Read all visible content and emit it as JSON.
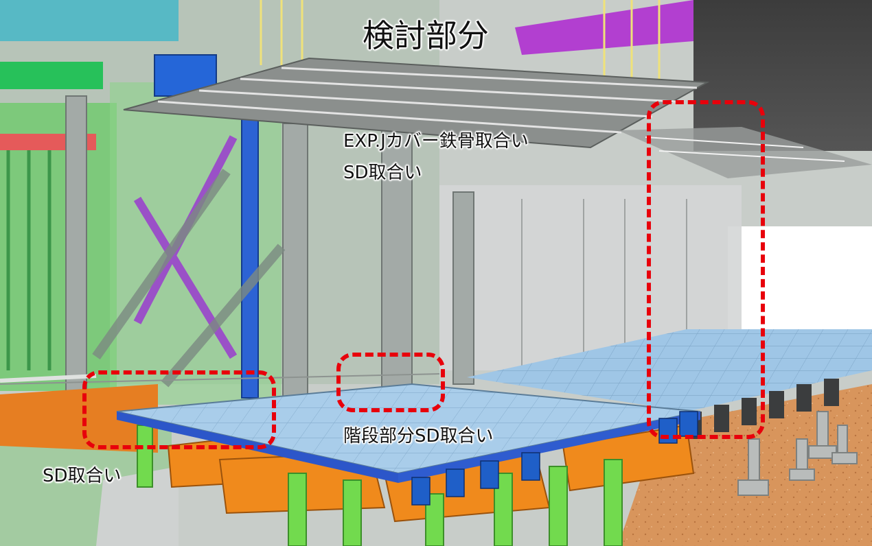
{
  "labels": {
    "title": "検討部分",
    "exp_j_cover": "EXP.Jカバー鉄骨取合い",
    "sd_upper": "SD取合い",
    "stair_sd": "階段部分SD取合い",
    "sd_lower_left": "SD取合い"
  },
  "colors": {
    "highlight_dash": "#e8000b",
    "slab_blue": "#a9cdea",
    "steel_orange": "#f08a1c",
    "steel_blue": "#1f5fc8",
    "column_green": "#6fd64a",
    "brace_purple": "#a23ad0",
    "ground_sand": "#d9955a"
  }
}
